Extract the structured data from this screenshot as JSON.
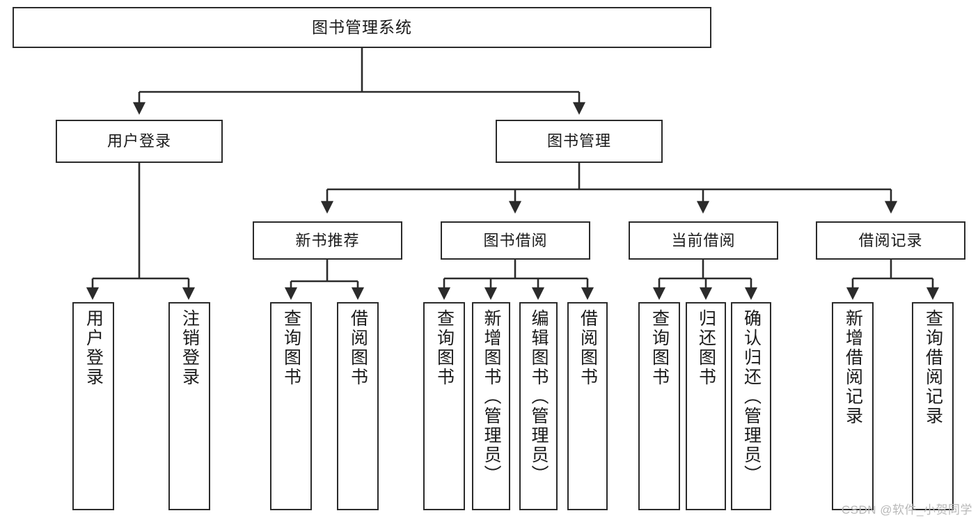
{
  "diagram": {
    "title": "图书管理系统",
    "type": "tree-hierarchy-chart",
    "stroke_color": "#2b2b2b",
    "background_color": "#ffffff",
    "root": {
      "label": "图书管理系统"
    },
    "level2": [
      {
        "label": "用户登录"
      },
      {
        "label": "图书管理"
      }
    ],
    "level3": [
      {
        "label": "新书推荐"
      },
      {
        "label": "图书借阅"
      },
      {
        "label": "当前借阅"
      },
      {
        "label": "借阅记录"
      }
    ],
    "leaves": [
      {
        "label": "用户登录",
        "parent": "用户登录"
      },
      {
        "label": "注销登录",
        "parent": "用户登录"
      },
      {
        "label": "查询图书",
        "parent": "新书推荐"
      },
      {
        "label": "借阅图书",
        "parent": "新书推荐"
      },
      {
        "label": "查询图书",
        "parent": "图书借阅"
      },
      {
        "label": "新增图书（管理员）",
        "parent": "图书借阅"
      },
      {
        "label": "编辑图书（管理员）",
        "parent": "图书借阅"
      },
      {
        "label": "借阅图书",
        "parent": "图书借阅"
      },
      {
        "label": "查询图书",
        "parent": "当前借阅"
      },
      {
        "label": "归还图书",
        "parent": "当前借阅"
      },
      {
        "label": "确认归还（管理员）",
        "parent": "当前借阅"
      },
      {
        "label": "新增借阅记录",
        "parent": "借阅记录"
      },
      {
        "label": "查询借阅记录",
        "parent": "借阅记录"
      }
    ]
  },
  "watermark": {
    "text": "CSDN @软件_小贺同学"
  }
}
